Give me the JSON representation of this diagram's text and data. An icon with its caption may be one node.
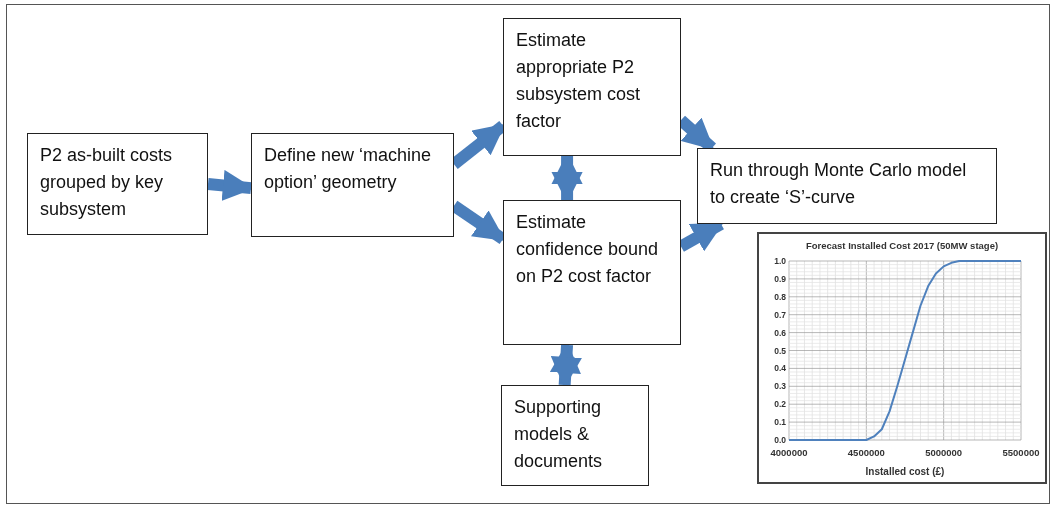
{
  "diagram": {
    "nodes": [
      {
        "text": [
          "P2 as-built costs grouped by key subsystem"
        ]
      },
      {
        "text": [
          "Define new ‘machine option’ geometry"
        ]
      },
      {
        "text": [
          "Estimate appropriate P2 subsystem cost factor"
        ]
      },
      {
        "text": [
          "Estimate confidence bound on P2 cost factor"
        ]
      },
      {
        "text": [
          "Run through Monte Carlo model to create ‘S’-curve"
        ]
      },
      {
        "text": [
          "Supporting models & documents"
        ]
      }
    ],
    "edges": [
      {
        "from": 0,
        "to": 1,
        "arrow": "to"
      },
      {
        "from": 1,
        "to": 2,
        "arrow": "to"
      },
      {
        "from": 1,
        "to": 3,
        "arrow": "to"
      },
      {
        "from": 2,
        "to": 3,
        "arrow": "both"
      },
      {
        "from": 2,
        "to": 4,
        "arrow": "to"
      },
      {
        "from": 3,
        "to": 4,
        "arrow": "to"
      },
      {
        "from": 3,
        "to": 5,
        "arrow": "both"
      }
    ],
    "chart_data": {
      "type": "line",
      "title": "Forecast  Installed Cost 2017 (50MW stage)",
      "xlabel": "Installed cost (£)",
      "x": [
        4000000,
        4500000,
        4550000,
        4600000,
        4650000,
        4700000,
        4750000,
        4800000,
        4850000,
        4900000,
        4950000,
        5000000,
        5050000,
        5100000,
        5500000
      ],
      "series": [
        {
          "color": "#4f81bd",
          "values": [
            0,
            0,
            0.02,
            0.06,
            0.16,
            0.3,
            0.45,
            0.6,
            0.75,
            0.86,
            0.93,
            0.97,
            0.99,
            1.0,
            1.0
          ]
        }
      ],
      "grid": true,
      "xlim": [
        4000000,
        5500000
      ],
      "ylim": [
        0,
        1
      ],
      "xticks": [
        4000000,
        4500000,
        5000000,
        5500000
      ],
      "yticks": [
        {
          "value": 0,
          "label": "0.0"
        },
        {
          "value": 0.1,
          "label": "0.1"
        },
        {
          "value": 0.2,
          "label": "0.2"
        },
        {
          "value": 0.3,
          "label": "0.3"
        },
        {
          "value": 0.4,
          "label": "0.4"
        },
        {
          "value": 0.5,
          "label": "0.5"
        },
        {
          "value": 0.6,
          "label": "0.6"
        },
        {
          "value": 0.7,
          "label": "0.7"
        },
        {
          "value": 0.8,
          "label": "0.8"
        },
        {
          "value": 0.9,
          "label": "0.9"
        },
        {
          "value": 1,
          "label": "1.0"
        }
      ]
    }
  }
}
